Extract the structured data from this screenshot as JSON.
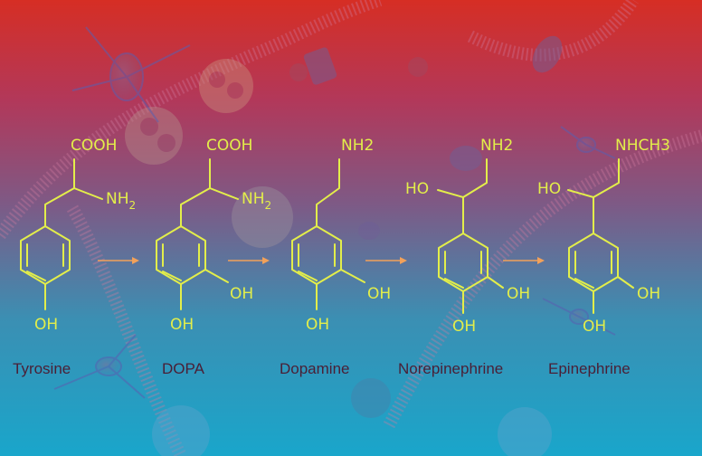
{
  "pathway": {
    "molecules": [
      {
        "name": "Tyrosine",
        "side_top": "COOH",
        "side_mid": "NH",
        "side_mid_sub": "2",
        "ring_oh_para": "OH",
        "ring_oh_meta": ""
      },
      {
        "name": "DOPA",
        "side_top": "COOH",
        "side_mid": "NH",
        "side_mid_sub": "2",
        "ring_oh_para": "OH",
        "ring_oh_meta": "OH"
      },
      {
        "name": "Dopamine",
        "side_top": "NH2",
        "side_mid": "",
        "side_mid_sub": "",
        "ring_oh_para": "OH",
        "ring_oh_meta": "OH"
      },
      {
        "name": "Norepinephrine",
        "side_top": "NH2",
        "side_mid": "HO",
        "side_mid_sub": "",
        "ring_oh_para": "OH",
        "ring_oh_meta": "OH"
      },
      {
        "name": "Epinephrine",
        "side_top": "NHCH3",
        "side_mid": "HO",
        "side_mid_sub": "",
        "ring_oh_para": "OH",
        "ring_oh_meta": "OH"
      }
    ],
    "colors": {
      "formula": "#e3ee4a",
      "label": "#4a1f36",
      "arrow": "#f2a15a",
      "bg_top": "#d3302a",
      "bg_bottom": "#1da7c9"
    }
  }
}
